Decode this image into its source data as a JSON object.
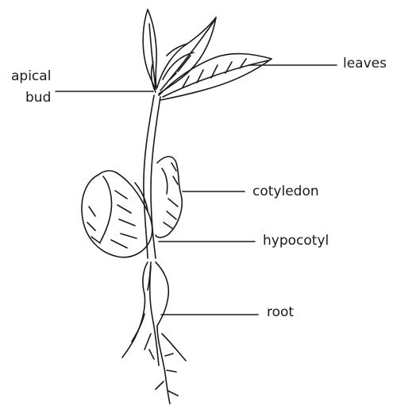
{
  "labels": {
    "apical_line1": "apical",
    "apical_line2": "bud",
    "leaves": "leaves",
    "cotyledon": "cotyledon",
    "hypocotyl": "hypocotyl",
    "root": "root"
  },
  "colors": {
    "ink": "#1a1a1a",
    "background": "#ffffff"
  }
}
